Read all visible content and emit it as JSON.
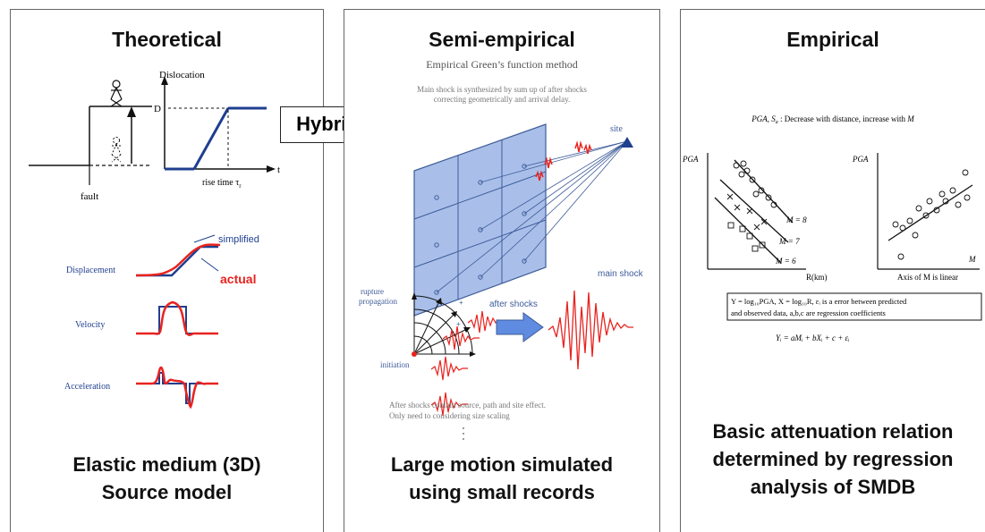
{
  "theoretical": {
    "title": "Theoretical",
    "dislocation_label": "Dislocation",
    "d_label": "D",
    "t_label": "t",
    "rise_time_label": "rise time τ",
    "rise_time_sub": "r",
    "fault_label": "fault",
    "simplified_label": "simplified",
    "actual_label": "actual",
    "displacement_label": "Displacement",
    "velocity_label": "Velocity",
    "acceleration_label": "Acceleration",
    "bottom_line1": "Elastic medium (3D)",
    "bottom_line2": "Source model"
  },
  "hybrid": {
    "label": "Hybrid"
  },
  "semi": {
    "title": "Semi-empirical",
    "subtitle": "Empirical Green’s function method",
    "note_line1": "Main shock is synthesized by sum up of after shocks",
    "note_line2": "correcting geometrically and arrival delay.",
    "site_label": "site",
    "rupture_label1": "rupture",
    "rupture_label2": "propagation",
    "initiation_label": "initiation",
    "after_shocks_label": "after shocks",
    "main_shock_label": "main shock",
    "footer_line1": "After shocks contain source, path and site effect.",
    "footer_line2": "Only need to considering size scaling",
    "bottom_line1": "Large motion simulated",
    "bottom_line2": "using small records"
  },
  "empirical": {
    "title": "Empirical",
    "pga_note": "PGA, S",
    "pga_note_sub": "a",
    "pga_note_rest": " : Decrease with distance, increase with ",
    "pga_note_m": "M",
    "y_label": "PGA",
    "x_label_left": "R(km)",
    "x_label_right": "Axis of M is linear",
    "m_label_right": "M",
    "m8": "M = 8",
    "m7": "M = 7",
    "m6": "M = 6",
    "box_line1": "Y = log₁₀PGA, X = log₁₀R, εᵢ is a error between predicted",
    "box_line2": "and observed data, a,b,c are regression coefficients",
    "equation": "Yᵢ = aMᵢ + bXᵢ + c + εᵢ",
    "bottom_line1": "Basic attenuation relation",
    "bottom_line2": "determined by regression",
    "bottom_line3": "analysis of SMDB"
  }
}
